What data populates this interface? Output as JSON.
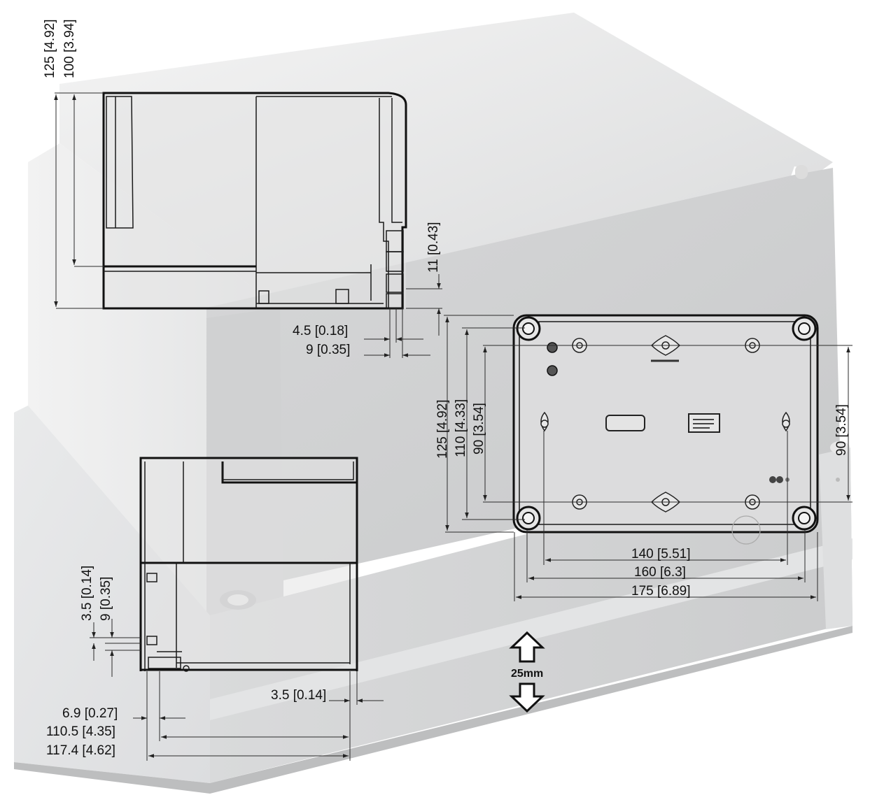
{
  "side_view_top": {
    "dim_height_total": "125  [4.92]",
    "dim_height_base": "100  [3.94]",
    "dim_lid_step": "11  [0.43]",
    "dim_wall_1": "4.5  [0.18]",
    "dim_wall_2": "9  [0.35]"
  },
  "side_view_bottom": {
    "dim_small_1": "3.5  [0.14]",
    "dim_small_2": "9  [0.35]",
    "dim_floor": "3.5  [0.14]",
    "dim_depth_1": "6.9  [0.27]",
    "dim_depth_2": "110.5  [4.35]",
    "dim_depth_3": "117.4  [4.62]"
  },
  "top_view": {
    "dim_height_1": "125  [4.92]",
    "dim_height_2": "110  [4.33]",
    "dim_height_3": "90  [3.54]",
    "dim_height_right": "90  [3.54]",
    "dim_width_1": "140  [5.51]",
    "dim_width_2": "160  [6.3]",
    "dim_width_3": "175  [6.89]"
  },
  "lid_adjust": {
    "label": "25mm"
  }
}
